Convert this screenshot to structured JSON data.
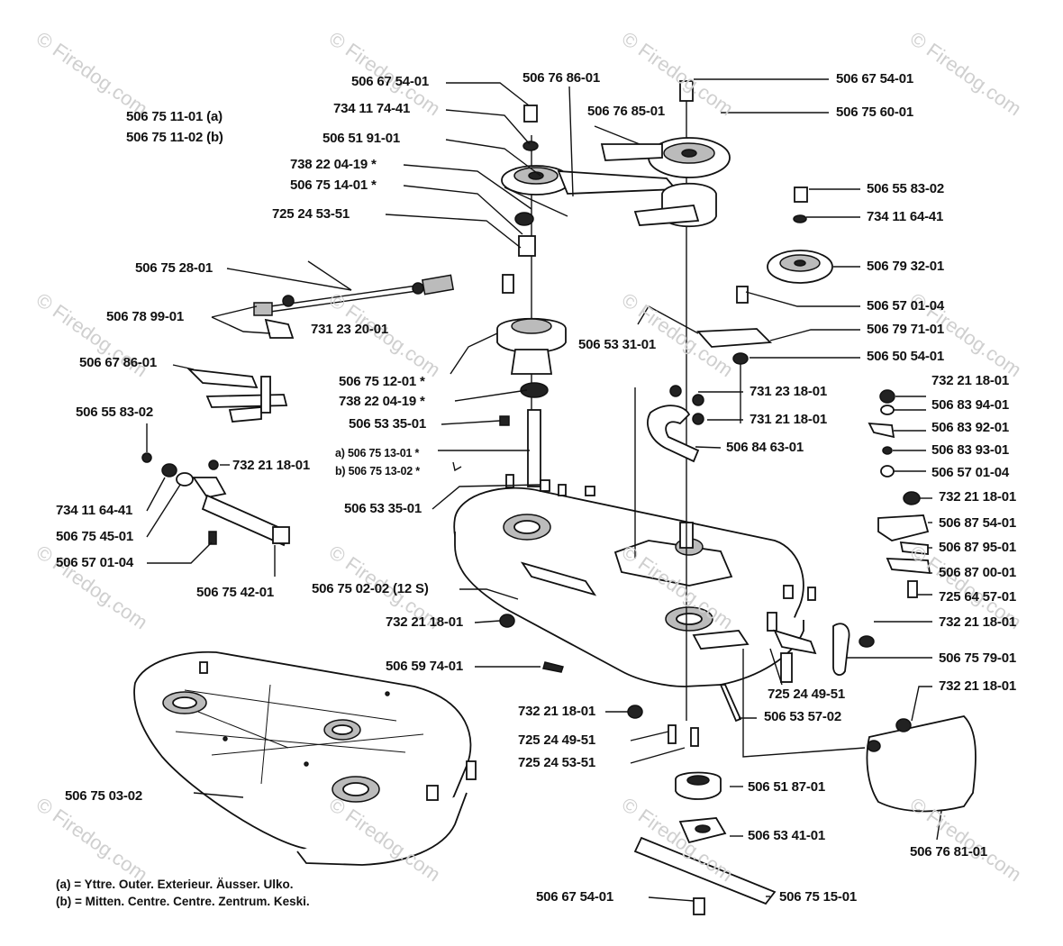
{
  "watermark": "© Firedog.com",
  "labels": {
    "p01": "506 67 54-01",
    "p02": "734 11 74-41",
    "p03": "506 51 91-01",
    "p04": "738 22 04-19  *",
    "p05": "506 75 14-01  *",
    "p06": "725 24 53-51",
    "p07": "506 76 86-01",
    "p08": "506 76 85-01",
    "p09": "506 67 54-01",
    "p10": "506 75 60-01",
    "p11": "506 55 83-02",
    "p12": "734 11 64-41",
    "p13": "506 79 32-01",
    "p14": "506 57 01-04",
    "p15": "506 79 71-01",
    "p16": "506 53 31-01",
    "p17": "506 50 54-01",
    "p18": "506 75 11-01 (a)",
    "p19": "506 75 11-02 (b)",
    "p20": "506 75 28-01",
    "p21": "506 78 99-01",
    "p22": "731 23 20-01",
    "p23": "506 67 86-01",
    "p24": "506 75 12-01  *",
    "p25": "738 22 04-19  *",
    "p26": "506 53 35-01",
    "p27": "a) 506 75 13-01  *",
    "p28": "b) 506 75 13-02  *",
    "p29": "506 53 35-01",
    "p30": "506 55 83-02",
    "p31": "732 21 18-01",
    "p32": "734 11 64-41",
    "p33": "506 75 45-01",
    "p34": "506 57 01-04",
    "p35": "506 75 42-01",
    "p36": "506 75 02-02 (12 S)",
    "p37": "732 21 18-01",
    "p38": "506 59 74-01",
    "p39": "731 23 18-01",
    "p40": "731 21 18-01",
    "p41": "506 84 63-01",
    "p42": "732 21 18-01",
    "p43": "506 83 94-01",
    "p44": "506 83 92-01",
    "p45": "506 83 93-01",
    "p46": "506 57 01-04",
    "p47": "732 21 18-01",
    "p48": "506 87 54-01",
    "p49": "506 87 95-01",
    "p50": "506 87 00-01",
    "p51": "725 64 57-01",
    "p52": "732 21 18-01",
    "p53": "506 75 79-01",
    "p54": "725 24 49-51",
    "p55": "732 21 18-01",
    "p56": "506 53 57-02",
    "p57": "725 24 49-51",
    "p58": "725 24 53-51",
    "p59": "732 21 18-01",
    "p60": "506 51 87-01",
    "p61": "506 53 41-01",
    "p62": "506 75 03-02",
    "p63": "506 76 81-01",
    "p64": "506 67 54-01",
    "p65": "506 75 15-01"
  },
  "legend": {
    "a": "(a) = Yttre. Outer. Exterieur. Äusser. Ulko.",
    "b": "(b) = Mitten. Centre. Centre. Zentrum. Keski."
  }
}
